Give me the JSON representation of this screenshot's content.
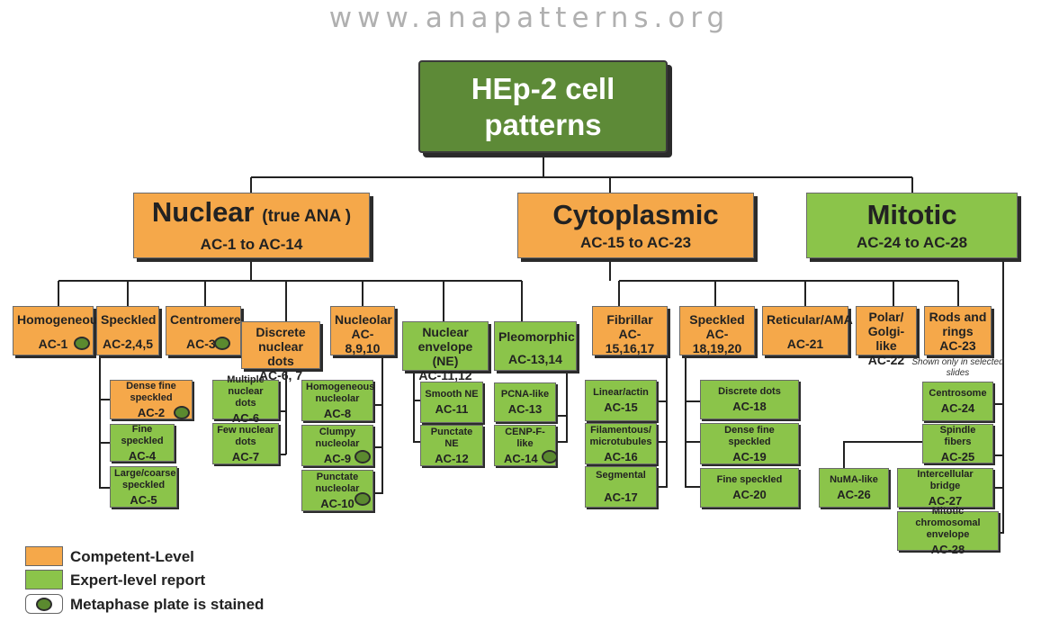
{
  "watermark": "www.anapatterns.org",
  "root": {
    "line1": "HEp-2 cell",
    "line2": "patterns"
  },
  "nuclear": {
    "title": "Nuclear",
    "title_small": "(true ANA )",
    "range": "AC-1 to AC-14"
  },
  "cytoplasmic": {
    "title": "Cytoplasmic",
    "range": "AC-15 to AC-23"
  },
  "mitotic": {
    "title": "Mitotic",
    "range": "AC-24 to AC-28"
  },
  "nuclear_cats": {
    "homogeneous": {
      "label": "Homogeneous",
      "code": "AC-1"
    },
    "speckled": {
      "label": "Speckled",
      "code": "AC-2,4,5"
    },
    "centromere": {
      "label": "Centromere",
      "code": "AC-3"
    },
    "discrete": {
      "label": "Discrete nuclear dots",
      "code": "AC-6, 7"
    },
    "nucleolar": {
      "label": "Nucleolar",
      "code": "AC-8,9,10"
    },
    "envelope": {
      "label": "Nuclear envelope (NE)",
      "code": "AC-11,12"
    },
    "pleomorphic": {
      "label": "Pleomorphic",
      "code": "AC-13,14"
    }
  },
  "nuclear_subs": {
    "dense_fine": {
      "label": "Dense fine speckled",
      "code": "AC-2"
    },
    "fine": {
      "label": "Fine speckled",
      "code": "AC-4"
    },
    "large": {
      "label": "Large/coarse speckled",
      "code": "AC-5"
    },
    "multiple": {
      "label": "Multiple nuclear dots",
      "code": "AC-6"
    },
    "few": {
      "label": "Few nuclear dots",
      "code": "AC-7"
    },
    "homog_nucl": {
      "label": "Homogeneous nucleolar",
      "code": "AC-8"
    },
    "clumpy": {
      "label": "Clumpy nucleolar",
      "code": "AC-9"
    },
    "punct_nucl": {
      "label": "Punctate nucleolar",
      "code": "AC-10"
    },
    "smooth_ne": {
      "label": "Smooth NE",
      "code": "AC-11"
    },
    "punct_ne": {
      "label": "Punctate NE",
      "code": "AC-12"
    },
    "pcna": {
      "label": "PCNA-like",
      "code": "AC-13"
    },
    "cenpf": {
      "label": "CENP-F-like",
      "code": "AC-14"
    }
  },
  "cyto_cats": {
    "fibrillar": {
      "label": "Fibrillar",
      "code": "AC-15,16,17"
    },
    "speckled": {
      "label": "Speckled",
      "code": "AC-18,19,20"
    },
    "reticular": {
      "label": "Reticular/AMA",
      "code": "AC-21"
    },
    "polar": {
      "label": "Polar/ Golgi-like",
      "code": "AC-22"
    },
    "rods": {
      "label": "Rods and rings",
      "code": "AC-23"
    }
  },
  "rods_note": "Shown only in selected  slides",
  "cyto_subs": {
    "linear": {
      "label": "Linear/actin",
      "code": "AC-15"
    },
    "filamentous": {
      "label": "Filamentous/ microtubules",
      "code": "AC-16"
    },
    "segmental": {
      "label": "Segmental",
      "code": "AC-17"
    },
    "discrete": {
      "label": "Discrete dots",
      "code": "AC-18"
    },
    "dense_fine": {
      "label": "Dense fine speckled",
      "code": "AC-19"
    },
    "fine": {
      "label": "Fine speckled",
      "code": "AC-20"
    }
  },
  "mitotic_subs": {
    "centrosome": {
      "label": "Centrosome",
      "code": "AC-24"
    },
    "spindle": {
      "label": "Spindle fibers",
      "code": "AC-25"
    },
    "numa": {
      "label": "NuMA-like",
      "code": "AC-26"
    },
    "bridge": {
      "label": "Intercellular bridge",
      "code": "AC-27"
    },
    "envelope": {
      "label": "Mitotic chromosomal envelope",
      "code": "AC-28"
    }
  },
  "legend": {
    "competent": "Competent-Level",
    "expert": "Expert-level report",
    "metaphase": "Metaphase plate is stained"
  },
  "colors": {
    "competent": "#f5a84a",
    "expert": "#8bc44a",
    "root": "#5d8a37",
    "metaphase_dot": "#5b8a2f"
  }
}
